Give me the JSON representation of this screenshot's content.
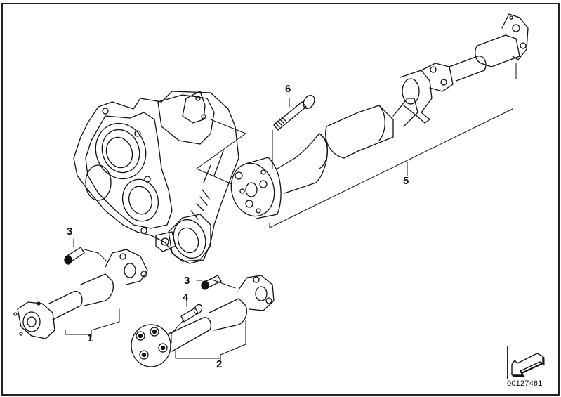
{
  "diagram": {
    "title": "Drive shaft / transfer case exploded view",
    "callouts": [
      {
        "id": "1",
        "label": "1"
      },
      {
        "id": "2",
        "label": "2"
      },
      {
        "id": "3a",
        "label": "3"
      },
      {
        "id": "3b",
        "label": "3"
      },
      {
        "id": "4",
        "label": "4"
      },
      {
        "id": "5",
        "label": "5"
      },
      {
        "id": "6",
        "label": "6"
      }
    ],
    "catalog_number": "00127461",
    "nav_icon": "back-arrow-icon"
  },
  "colors": {
    "line": "#111111",
    "background": "#ffffff"
  }
}
